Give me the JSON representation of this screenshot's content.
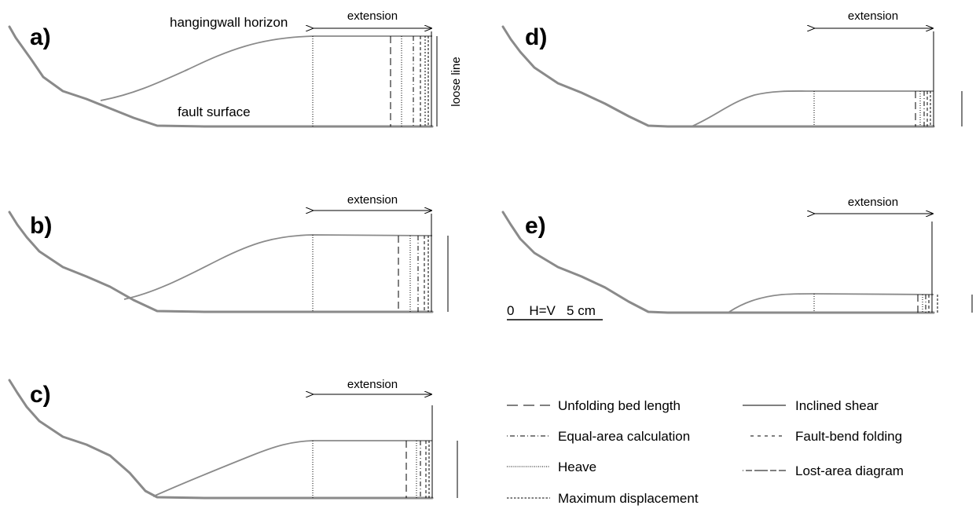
{
  "panels": [
    {
      "label": "a)"
    },
    {
      "label": "b)"
    },
    {
      "label": "c)"
    },
    {
      "label": "d)"
    },
    {
      "label": "e)"
    }
  ],
  "extension_label": "extension",
  "annotations": {
    "hangingwall": "hangingwall horizon",
    "fault": "fault surface",
    "loose_line": "loose line"
  },
  "scale_bar": {
    "text": "0    H=V   5 cm"
  },
  "legend": {
    "unfolding": "Unfolding bed length",
    "equal_area": "Equal-area calculation",
    "heave": "Heave",
    "max_disp": "Maximum displacement",
    "inclined": "Inclined shear",
    "fault_bend": "Fault-bend folding",
    "lost_area": "Lost-area diagram"
  },
  "colors": {
    "surface": "#8a8a8a",
    "lines": "#000000"
  }
}
